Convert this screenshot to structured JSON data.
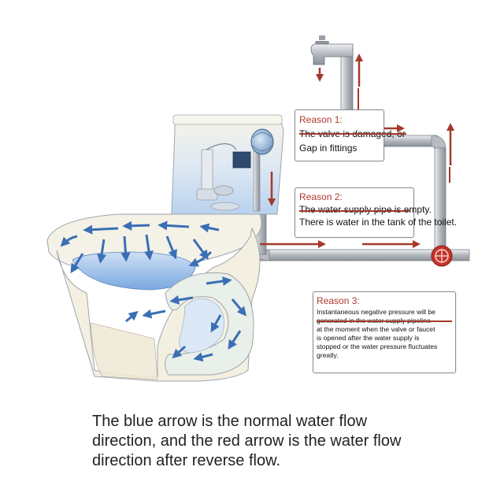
{
  "reasons": [
    {
      "title": "Reason 1:",
      "lines": [
        "The valve is damaged, or",
        "Gap in fittings"
      ]
    },
    {
      "title": "Reason 2:",
      "lines": [
        "The water supply pipe is empty.",
        "There is water in the tank of the toilet."
      ]
    },
    {
      "title": "Reason 3:",
      "lines": [
        "Instantaneous negative pressure will be",
        "generated in the water supply pipeline",
        "at the moment when the valve or faucet",
        "is opened after the water supply is",
        "stopped or the water pressure fluctuates",
        "greatly."
      ]
    }
  ],
  "caption": [
    "The blue arrow is the normal water flow",
    "direction, and the red arrow is the water flow",
    "direction after reverse flow."
  ],
  "colors": {
    "blue_arrow": "#3a6fb5",
    "red_arrow": "#a33a2c",
    "pipe": "#b8bdc3",
    "porcelain": "#f3f0e4",
    "water": "#8fb8e8"
  }
}
